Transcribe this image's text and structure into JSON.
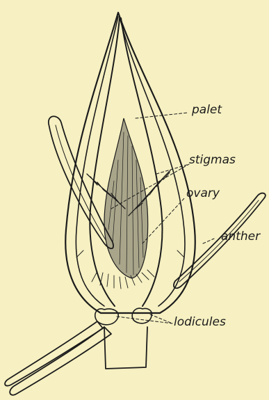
{
  "figure": {
    "background": "#f6f0c2",
    "ink": "#1b1b1b",
    "labels": {
      "palet": "palet",
      "stigmas": "stigmas",
      "ovary": "ovary",
      "anther": "anther",
      "lodicules": "lodicules"
    }
  }
}
